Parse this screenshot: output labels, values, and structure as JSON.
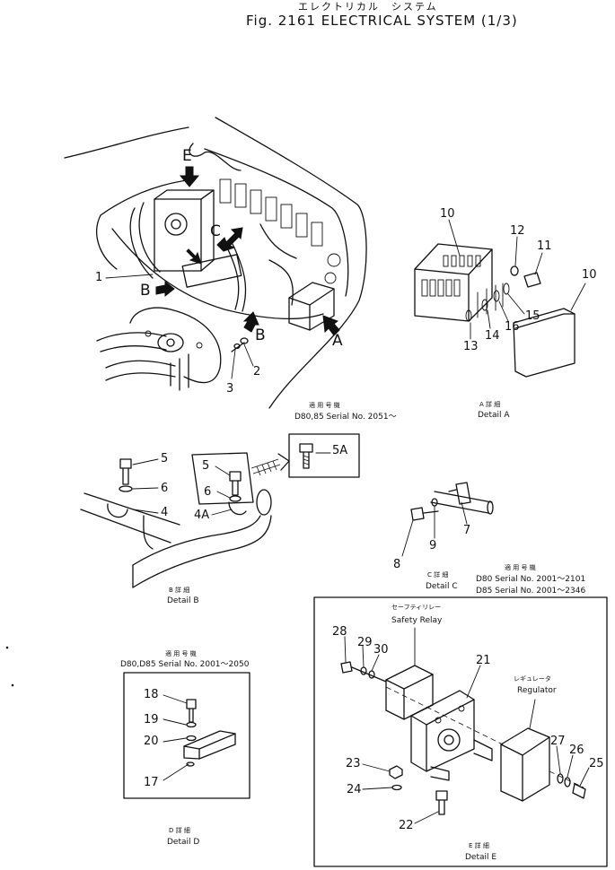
{
  "header": {
    "title_jp": "エレクトリカル　システム",
    "title": "Fig. 2161  ELECTRICAL  SYSTEM  (1/3)"
  },
  "main_view": {
    "arrow_labels": [
      "A",
      "B",
      "B",
      "C",
      "E"
    ],
    "part_numbers": [
      "1",
      "2",
      "3"
    ]
  },
  "detail_a": {
    "part_numbers": [
      "10",
      "10",
      "11",
      "12",
      "13",
      "14",
      "15",
      "16"
    ],
    "caption_jp": "A 詳 細",
    "caption": "Detail A"
  },
  "serial_note_a": {
    "jp": "適 用 号 機",
    "text": "D80,85 Serial No. 2051～",
    "part": "5A"
  },
  "detail_b": {
    "part_numbers": [
      "5",
      "6",
      "4",
      "5",
      "6",
      "4A"
    ],
    "caption_jp": "B 詳 細",
    "caption": "Detail B"
  },
  "detail_c": {
    "part_numbers": [
      "7",
      "8",
      "9"
    ],
    "caption_jp": "C 詳 細",
    "caption": "Detail C"
  },
  "serial_note_c": {
    "jp": "適 用 号 機",
    "line1": "D80  Serial No. 2001～2101",
    "line2": "D85  Serial No. 2001～2346"
  },
  "serial_note_d": {
    "jp": "適 用 号 機",
    "text": "D80,D85 Serial No. 2001～2050"
  },
  "detail_d": {
    "part_numbers": [
      "18",
      "19",
      "20",
      "17"
    ],
    "caption_jp": "D 詳 細",
    "caption": "Detail D"
  },
  "detail_e": {
    "safety_relay_jp": "セーフティリレー",
    "safety_relay": "Safety Relay",
    "regulator_jp": "レギュレータ",
    "regulator": "Regulator",
    "part_numbers": [
      "28",
      "29",
      "30",
      "21",
      "23",
      "24",
      "22",
      "27",
      "26",
      "25"
    ],
    "caption_jp": "E 詳 細",
    "caption": "Detail E"
  }
}
